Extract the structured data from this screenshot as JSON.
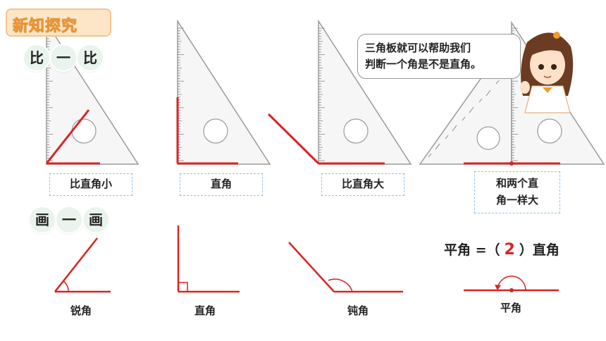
{
  "section_tag": "新知探究",
  "compare": [
    "比",
    "一",
    "比"
  ],
  "draw": [
    "画",
    "一",
    "画"
  ],
  "compare_labels": [
    "比直角小",
    "直角",
    "比直角大"
  ],
  "compare_label_two_line": [
    "和两个直",
    "角一样大"
  ],
  "speech": [
    "三角板就可以帮助我们",
    "判断一个角是不是直角。"
  ],
  "angle_labels": [
    "锐角",
    "直角",
    "钝角",
    "平角"
  ],
  "formula": {
    "left": "平角 =（",
    "answer": "2",
    "right": "）直角"
  },
  "colors": {
    "angle_line": "#d92323",
    "triangle_stroke": "#9a9a9a",
    "ruler_mark": "#888888",
    "label_border": "#8fc3e8"
  }
}
